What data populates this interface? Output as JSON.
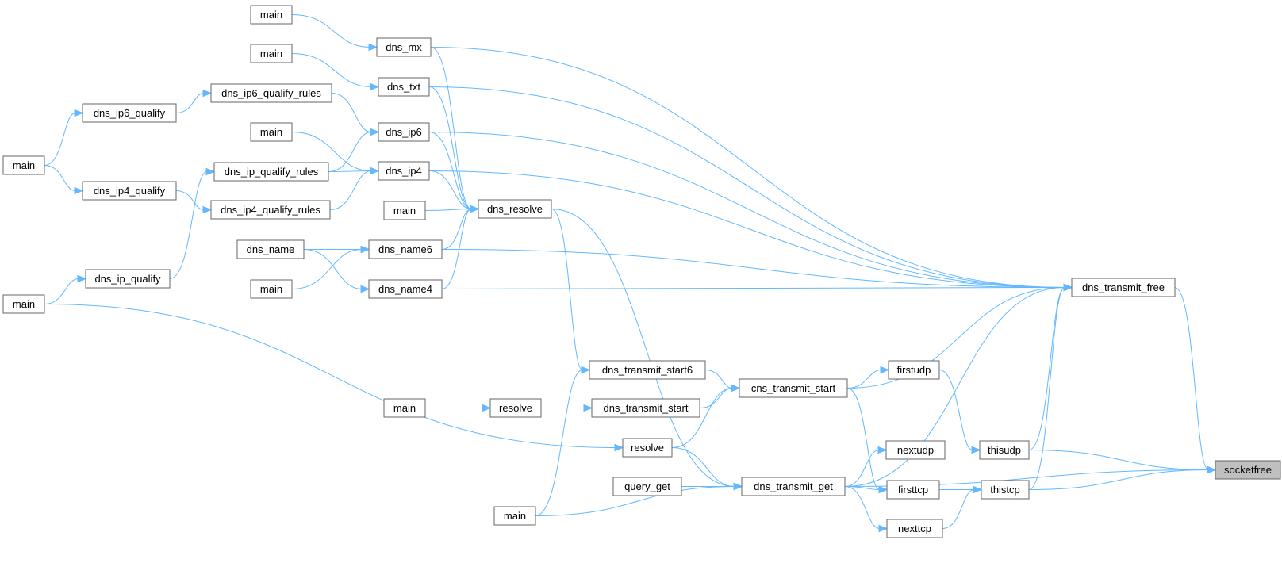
{
  "graph": {
    "edge_color": "#63b8ff",
    "root_fill": "#bfbfbf",
    "node_border": "#666666",
    "nodes": [
      {
        "id": "socketfree",
        "label": "socketfree",
        "root": true
      },
      {
        "id": "dns_transmit_free",
        "label": "dns_transmit_free"
      },
      {
        "id": "thisudp",
        "label": "thisudp"
      },
      {
        "id": "thistcp",
        "label": "thistcp"
      },
      {
        "id": "firstudp",
        "label": "firstudp"
      },
      {
        "id": "nextudp",
        "label": "nextudp"
      },
      {
        "id": "firsttcp",
        "label": "firsttcp"
      },
      {
        "id": "nexttcp",
        "label": "nexttcp"
      },
      {
        "id": "cns_transmit_start",
        "label": "cns_transmit_start"
      },
      {
        "id": "dns_transmit_get",
        "label": "dns_transmit_get"
      },
      {
        "id": "dns_transmit_start6",
        "label": "dns_transmit_start6"
      },
      {
        "id": "dns_transmit_start",
        "label": "dns_transmit_start"
      },
      {
        "id": "resolve_a",
        "label": "resolve"
      },
      {
        "id": "resolve_b",
        "label": "resolve"
      },
      {
        "id": "query_get",
        "label": "query_get"
      },
      {
        "id": "main_bottom",
        "label": "main"
      },
      {
        "id": "main_resolve",
        "label": "main"
      },
      {
        "id": "dns_resolve",
        "label": "dns_resolve"
      },
      {
        "id": "dns_mx",
        "label": "dns_mx"
      },
      {
        "id": "dns_txt",
        "label": "dns_txt"
      },
      {
        "id": "dns_ip6",
        "label": "dns_ip6"
      },
      {
        "id": "dns_ip4",
        "label": "dns_ip4"
      },
      {
        "id": "dns_name6",
        "label": "dns_name6"
      },
      {
        "id": "dns_name4",
        "label": "dns_name4"
      },
      {
        "id": "main_dnsresolve",
        "label": "main"
      },
      {
        "id": "main_mx",
        "label": "main"
      },
      {
        "id": "main_txt",
        "label": "main"
      },
      {
        "id": "main_ip",
        "label": "main"
      },
      {
        "id": "main_name",
        "label": "main"
      },
      {
        "id": "dns_name",
        "label": "dns_name"
      },
      {
        "id": "dns_ip6_qualify_rules",
        "label": "dns_ip6_qualify_rules"
      },
      {
        "id": "dns_ip_qualify_rules",
        "label": "dns_ip_qualify_rules"
      },
      {
        "id": "dns_ip4_qualify_rules",
        "label": "dns_ip4_qualify_rules"
      },
      {
        "id": "dns_ip6_qualify",
        "label": "dns_ip6_qualify"
      },
      {
        "id": "dns_ip4_qualify",
        "label": "dns_ip4_qualify"
      },
      {
        "id": "dns_ip_qualify",
        "label": "dns_ip_qualify"
      },
      {
        "id": "main_qualify",
        "label": "main"
      },
      {
        "id": "main_ipq",
        "label": "main"
      }
    ],
    "edges": [
      {
        "from": "dns_transmit_free",
        "to": "socketfree"
      },
      {
        "from": "thisudp",
        "to": "socketfree"
      },
      {
        "from": "thistcp",
        "to": "socketfree"
      },
      {
        "from": "dns_transmit_get",
        "to": "socketfree"
      },
      {
        "from": "dns_mx",
        "to": "dns_transmit_free"
      },
      {
        "from": "dns_txt",
        "to": "dns_transmit_free"
      },
      {
        "from": "dns_ip6",
        "to": "dns_transmit_free"
      },
      {
        "from": "dns_ip4",
        "to": "dns_transmit_free"
      },
      {
        "from": "dns_name6",
        "to": "dns_transmit_free"
      },
      {
        "from": "dns_name4",
        "to": "dns_transmit_free"
      },
      {
        "from": "cns_transmit_start",
        "to": "dns_transmit_free"
      },
      {
        "from": "dns_transmit_get",
        "to": "dns_transmit_free"
      },
      {
        "from": "thisudp",
        "to": "dns_transmit_free"
      },
      {
        "from": "thistcp",
        "to": "dns_transmit_free"
      },
      {
        "from": "firstudp",
        "to": "thisudp"
      },
      {
        "from": "nextudp",
        "to": "thisudp"
      },
      {
        "from": "firsttcp",
        "to": "thistcp"
      },
      {
        "from": "nexttcp",
        "to": "thistcp"
      },
      {
        "from": "cns_transmit_start",
        "to": "firstudp"
      },
      {
        "from": "cns_transmit_start",
        "to": "firsttcp"
      },
      {
        "from": "dns_transmit_get",
        "to": "nextudp"
      },
      {
        "from": "dns_transmit_get",
        "to": "firsttcp"
      },
      {
        "from": "dns_transmit_get",
        "to": "nexttcp"
      },
      {
        "from": "dns_transmit_start6",
        "to": "cns_transmit_start"
      },
      {
        "from": "dns_transmit_start",
        "to": "cns_transmit_start"
      },
      {
        "from": "resolve_b",
        "to": "cns_transmit_start"
      },
      {
        "from": "dns_resolve",
        "to": "dns_transmit_get"
      },
      {
        "from": "resolve_b",
        "to": "dns_transmit_get"
      },
      {
        "from": "query_get",
        "to": "dns_transmit_get"
      },
      {
        "from": "main_bottom",
        "to": "dns_transmit_get"
      },
      {
        "from": "dns_resolve",
        "to": "dns_transmit_start6"
      },
      {
        "from": "main_bottom",
        "to": "dns_transmit_start6"
      },
      {
        "from": "resolve_a",
        "to": "dns_transmit_start"
      },
      {
        "from": "main_resolve",
        "to": "resolve_a"
      },
      {
        "from": "main_qualify",
        "to": "resolve_b"
      },
      {
        "from": "dns_mx",
        "to": "dns_resolve"
      },
      {
        "from": "dns_txt",
        "to": "dns_resolve"
      },
      {
        "from": "dns_ip6",
        "to": "dns_resolve"
      },
      {
        "from": "dns_ip4",
        "to": "dns_resolve"
      },
      {
        "from": "main_dnsresolve",
        "to": "dns_resolve"
      },
      {
        "from": "dns_name6",
        "to": "dns_resolve"
      },
      {
        "from": "dns_name4",
        "to": "dns_resolve"
      },
      {
        "from": "main_mx",
        "to": "dns_mx"
      },
      {
        "from": "main_txt",
        "to": "dns_txt"
      },
      {
        "from": "dns_ip6_qualify_rules",
        "to": "dns_ip6"
      },
      {
        "from": "main_ip",
        "to": "dns_ip6"
      },
      {
        "from": "dns_ip_qualify_rules",
        "to": "dns_ip6"
      },
      {
        "from": "main_ip",
        "to": "dns_ip4"
      },
      {
        "from": "dns_ip_qualify_rules",
        "to": "dns_ip4"
      },
      {
        "from": "dns_ip4_qualify_rules",
        "to": "dns_ip4"
      },
      {
        "from": "dns_name",
        "to": "dns_name6"
      },
      {
        "from": "main_name",
        "to": "dns_name6"
      },
      {
        "from": "dns_name",
        "to": "dns_name4"
      },
      {
        "from": "main_name",
        "to": "dns_name4"
      },
      {
        "from": "dns_ip6_qualify",
        "to": "dns_ip6_qualify_rules"
      },
      {
        "from": "dns_ip_qualify",
        "to": "dns_ip_qualify_rules"
      },
      {
        "from": "dns_ip4_qualify",
        "to": "dns_ip4_qualify_rules"
      },
      {
        "from": "main_ipq",
        "to": "dns_ip6_qualify"
      },
      {
        "from": "main_ipq",
        "to": "dns_ip4_qualify"
      },
      {
        "from": "main_qualify",
        "to": "dns_ip_qualify"
      }
    ]
  }
}
